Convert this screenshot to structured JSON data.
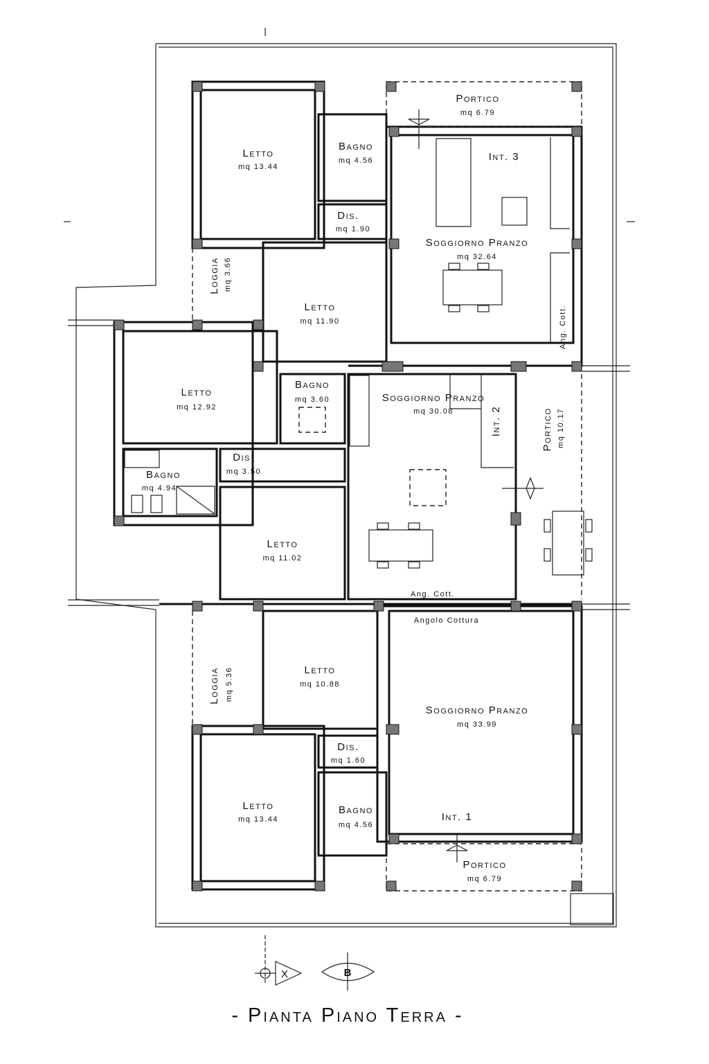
{
  "plan": {
    "title": "- Pianta Piano Terra -",
    "section_marker": "X",
    "elevation_marker": "B",
    "rooms": {
      "letto_top": {
        "name": "Letto",
        "area": "mq 13.44"
      },
      "bagno_top": {
        "name": "Bagno",
        "area": "mq 4.56"
      },
      "dis_top": {
        "name": "Dis.",
        "area": "mq 1.90"
      },
      "portico_top": {
        "name": "Portico",
        "area": "mq 6.79"
      },
      "int3": {
        "name": "Int. 3"
      },
      "soggiorno_3": {
        "name": "Soggiorno Pranzo",
        "area": "mq 32.64"
      },
      "loggia_top": {
        "name": "Loggia",
        "area": "mq 3.66"
      },
      "letto_1190": {
        "name": "Letto",
        "area": "mq 11.90"
      },
      "ang_cott_3": {
        "name": "Ang. Cott."
      },
      "letto_1292": {
        "name": "Letto",
        "area": "mq 12.92"
      },
      "bagno_360": {
        "name": "Bagno",
        "area": "mq 3.60"
      },
      "soggiorno_2": {
        "name": "Soggiorno Pranzo",
        "area": "mq 30.08"
      },
      "int2": {
        "name": "Int. 2"
      },
      "portico_mid": {
        "name": "Portico",
        "area": "mq 10.17"
      },
      "dis_350": {
        "name": "Dis.",
        "area": "mq 3.50"
      },
      "bagno_494": {
        "name": "Bagno",
        "area": "mq 4.94"
      },
      "letto_1102": {
        "name": "Letto",
        "area": "mq 11.02"
      },
      "ang_cott_2": {
        "name": "Ang. Cott."
      },
      "angolo_cottura_1": {
        "name": "Angolo Cottura"
      },
      "loggia_bottom": {
        "name": "Loggia",
        "area": "mq 5.36"
      },
      "letto_1088": {
        "name": "Letto",
        "area": "mq 10.88"
      },
      "soggiorno_1": {
        "name": "Soggiorno Pranzo",
        "area": "mq 33.99"
      },
      "dis_bottom": {
        "name": "Dis.",
        "area": "mq 1.60"
      },
      "letto_bottom": {
        "name": "Letto",
        "area": "mq 13.44"
      },
      "bagno_bottom": {
        "name": "Bagno",
        "area": "mq 4.56"
      },
      "int1": {
        "name": "Int. 1"
      },
      "portico_bottom": {
        "name": "Portico",
        "area": "mq 6.79"
      }
    }
  }
}
